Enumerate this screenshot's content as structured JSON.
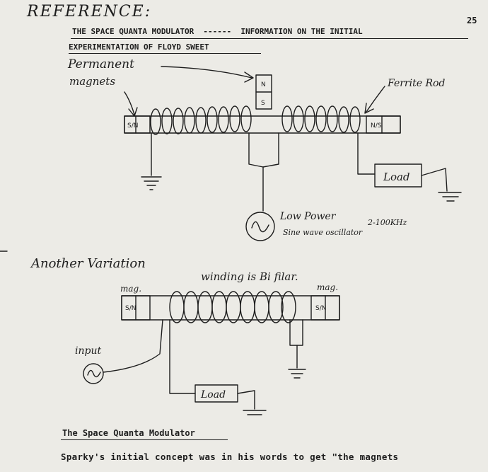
{
  "page": {
    "reference_label": "REFERENCE:",
    "page_number": "25",
    "header_line1": "THE SPACE QUANTA MODULATOR  ------  INFORMATION ON THE INITIAL",
    "header_line2": "EXPERIMENTATION OF FLOYD SWEET",
    "section_title": "The Space Quanta Modulator",
    "body_line1": "Sparky's initial concept was in his words to get \"the magnets"
  },
  "diagram1": {
    "label_permanent": "Permanent",
    "label_magnets": "magnets",
    "label_ferrite": "Ferrite Rod",
    "magnet_top_n": "N",
    "magnet_top_s": "S",
    "magnet_left": "S/N",
    "magnet_right": "N/S",
    "load": "Load",
    "oscillator_line1": "Low Power",
    "oscillator_line2": "Sine wave oscillator",
    "frequency": "2-100KHz"
  },
  "diagram2": {
    "title": "Another Variation",
    "winding_note": "winding is Bi filar.",
    "mag_left": "mag.",
    "mag_right": "mag.",
    "magnet_left": "S/N",
    "magnet_right": "S/N",
    "input": "input",
    "load": "Load"
  }
}
